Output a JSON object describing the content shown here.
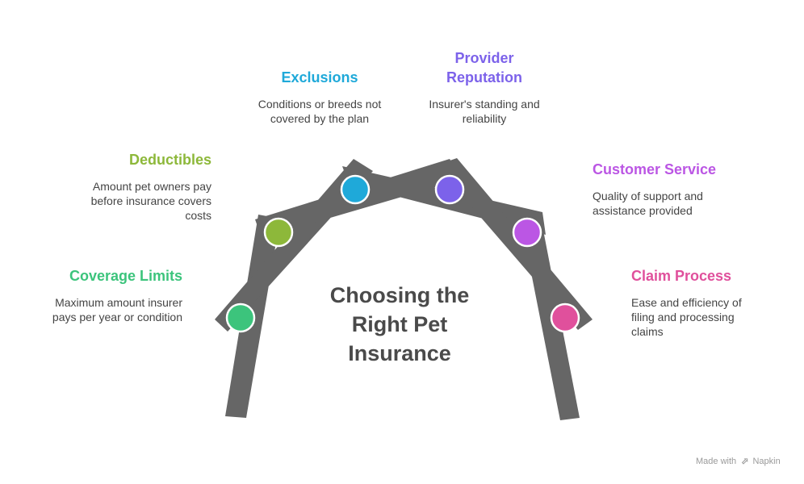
{
  "title": "Choosing the Right Pet Insurance",
  "items": [
    {
      "id": "coverage-limits",
      "title": "Coverage Limits",
      "description": "Maximum amount insurer pays per year or condition",
      "color": "#3cc47c"
    },
    {
      "id": "deductibles",
      "title": "Deductibles",
      "description": "Amount pet owners pay before insurance covers costs",
      "color": "#8db83a"
    },
    {
      "id": "exclusions",
      "title": "Exclusions",
      "description": "Conditions or breeds not covered by the plan",
      "color": "#1fa9d9"
    },
    {
      "id": "provider-reputation",
      "title": "Provider Reputation",
      "description": "Insurer's standing and reliability",
      "color": "#7c62ea"
    },
    {
      "id": "customer-service",
      "title": "Customer Service",
      "description": "Quality of support and assistance provided",
      "color": "#bb56e4"
    },
    {
      "id": "claim-process",
      "title": "Claim Process",
      "description": "Ease and efficiency of filing and processing claims",
      "color": "#e0509c"
    }
  ],
  "footer": {
    "made_with": "Made with",
    "brand": "Napkin"
  },
  "colors": {
    "bar": "#666666",
    "title_text": "#4a4a4a"
  }
}
